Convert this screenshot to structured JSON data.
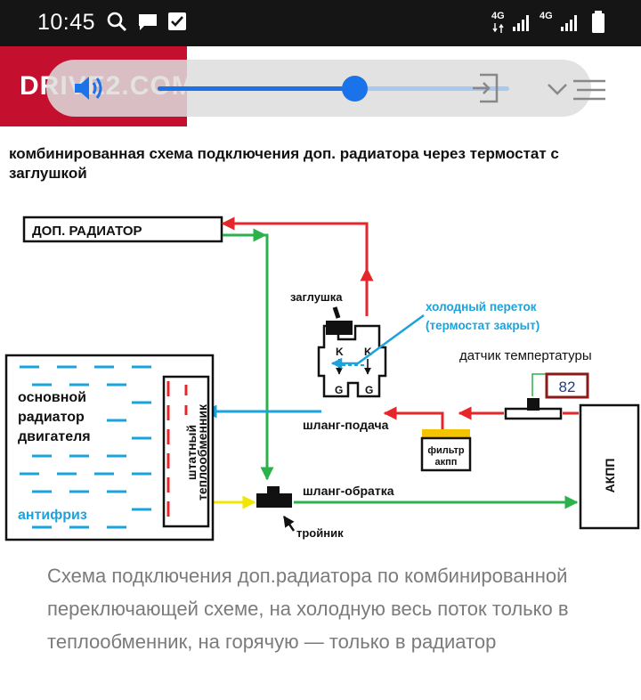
{
  "status_bar": {
    "time": "10:45",
    "icons": [
      "search-icon",
      "message-icon",
      "checkbox-icon"
    ],
    "network_1": "4G",
    "network_2": "4G",
    "battery": "battery-icon"
  },
  "header": {
    "brand": "DRIVE2.COM",
    "brand_color": "#c4102e",
    "accent_color": "#1a73e8",
    "seek_progress": 0.56,
    "icons": [
      "volume-icon",
      "exit-fullscreen-icon",
      "chevron-down-icon",
      "menu-icon"
    ]
  },
  "diagram": {
    "title": "комбинированная схема подключения доп. радиатора через термостат с заглушкой",
    "labels": {
      "dop_radiator": "ДОП. РАДИАТОР",
      "zaglushka": "заглушка",
      "cold_flow_1": "холодный переток",
      "cold_flow_2": "(термостат закрыт)",
      "temp_sensor": "датчик темпертатуры",
      "temp_value": "82",
      "main_radiator_1": "основной",
      "main_radiator_2": "радиатор",
      "main_radiator_3": "двигателя",
      "antifreeze": "антифриз",
      "heat_exchanger_1": "штатный",
      "heat_exchanger_2": "теплообменник",
      "supply_hose": "шланг-подача",
      "return_hose": "шланг-обратка",
      "filter_1": "фильтр",
      "filter_2": "акпп",
      "tee": "тройник",
      "akpp": "АКПП",
      "port_k": "K",
      "port_g": "G"
    },
    "colors": {
      "hot": "#e5262a",
      "return": "#2bb24a",
      "cold": "#1aa3dc",
      "yellow": "#f2e600",
      "filter_cap": "#f4c400",
      "sensor_frame": "#8b1a1a",
      "sensor_text": "#1f3c8c"
    }
  },
  "caption": "Схема подключения доп.радиатора по комбинированной переключающей схеме, на холодную весь поток только в теплообменник, на горячую — только в радиатор"
}
